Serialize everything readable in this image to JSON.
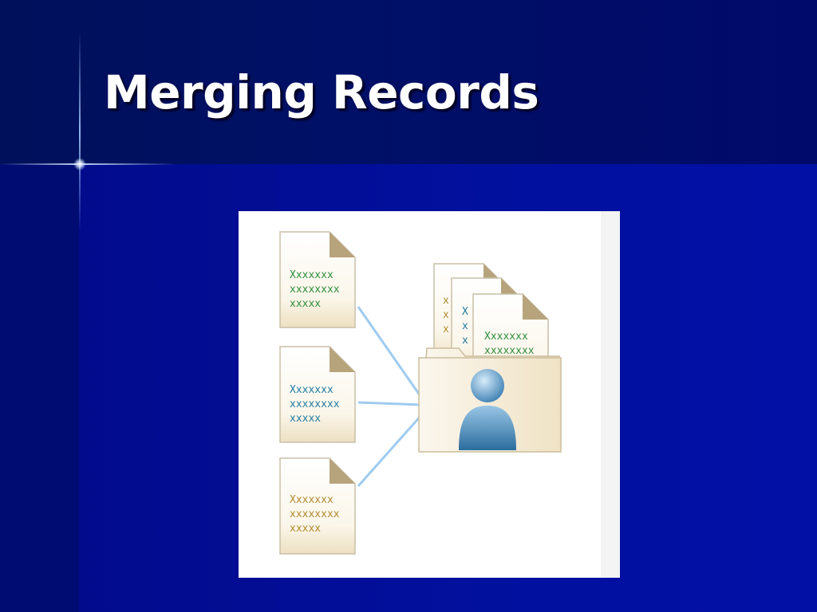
{
  "slide": {
    "title": "Merging Records"
  },
  "figure": {
    "source_documents": [
      {
        "lines": [
          "Xxxxxxx",
          "xxxxxxxx",
          "xxxxx"
        ],
        "color": "#2e8b3a"
      },
      {
        "lines": [
          "Xxxxxxx",
          "xxxxxxxx",
          "xxxxx"
        ],
        "color": "#1f7aa0"
      },
      {
        "lines": [
          "Xxxxxxx",
          "xxxxxxxx",
          "xxxxx"
        ],
        "color": "#b08a2a"
      }
    ],
    "merged_front_document": {
      "lines": [
        "Xxxxxxx",
        "xxxxxxxx"
      ],
      "color": "#2e8b3a"
    },
    "icons": [
      "document-icon",
      "folder-icon",
      "person-icon",
      "connector-lines"
    ]
  }
}
